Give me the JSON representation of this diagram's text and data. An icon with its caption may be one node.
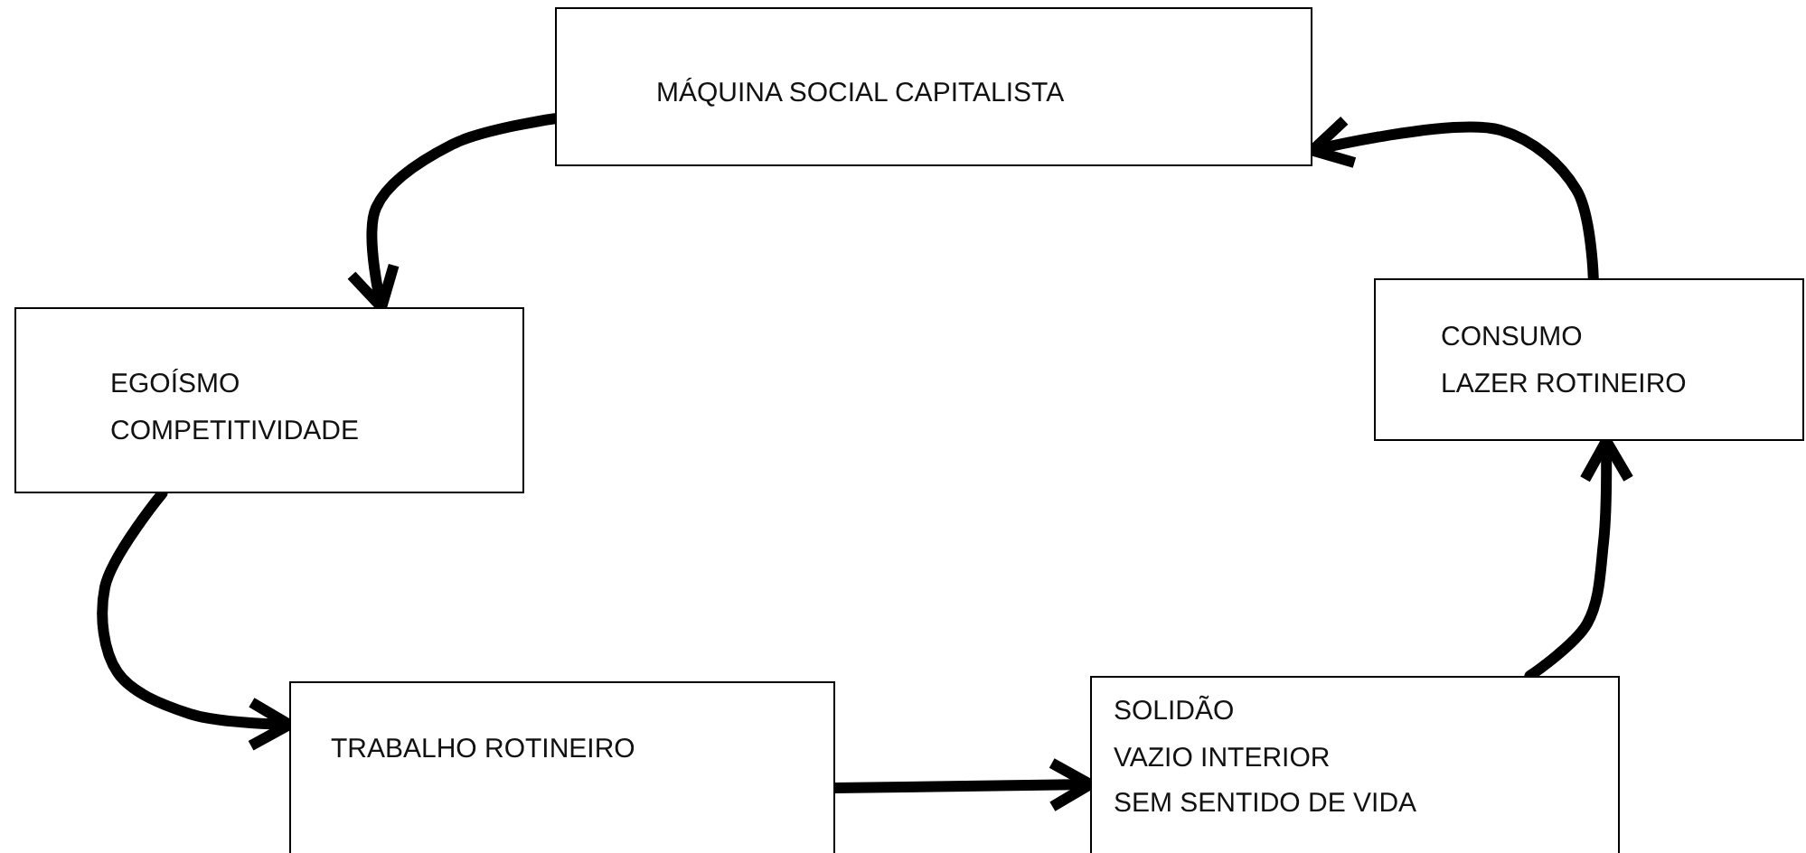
{
  "diagram": {
    "nodes": [
      {
        "text": [
          "MÁQUINA SOCIAL CAPITALISTA"
        ]
      },
      {
        "text": [
          "EGOÍSMO",
          "COMPETITIVIDADE"
        ]
      },
      {
        "text": [
          "TRABALHO ROTINEIRO"
        ]
      },
      {
        "text": [
          "SOLIDÃO",
          "VAZIO INTERIOR",
          "SEM SENTIDO DE VIDA"
        ]
      },
      {
        "text": [
          "CONSUMO",
          "LAZER ROTINEIRO"
        ]
      }
    ],
    "edges": [
      {
        "from": 0,
        "to": 1,
        "arrow": "to"
      },
      {
        "from": 1,
        "to": 2,
        "arrow": "to"
      },
      {
        "from": 2,
        "to": 3,
        "arrow": "to"
      },
      {
        "from": 3,
        "to": 4,
        "arrow": "to"
      },
      {
        "from": 4,
        "to": 0,
        "arrow": "to"
      }
    ]
  }
}
